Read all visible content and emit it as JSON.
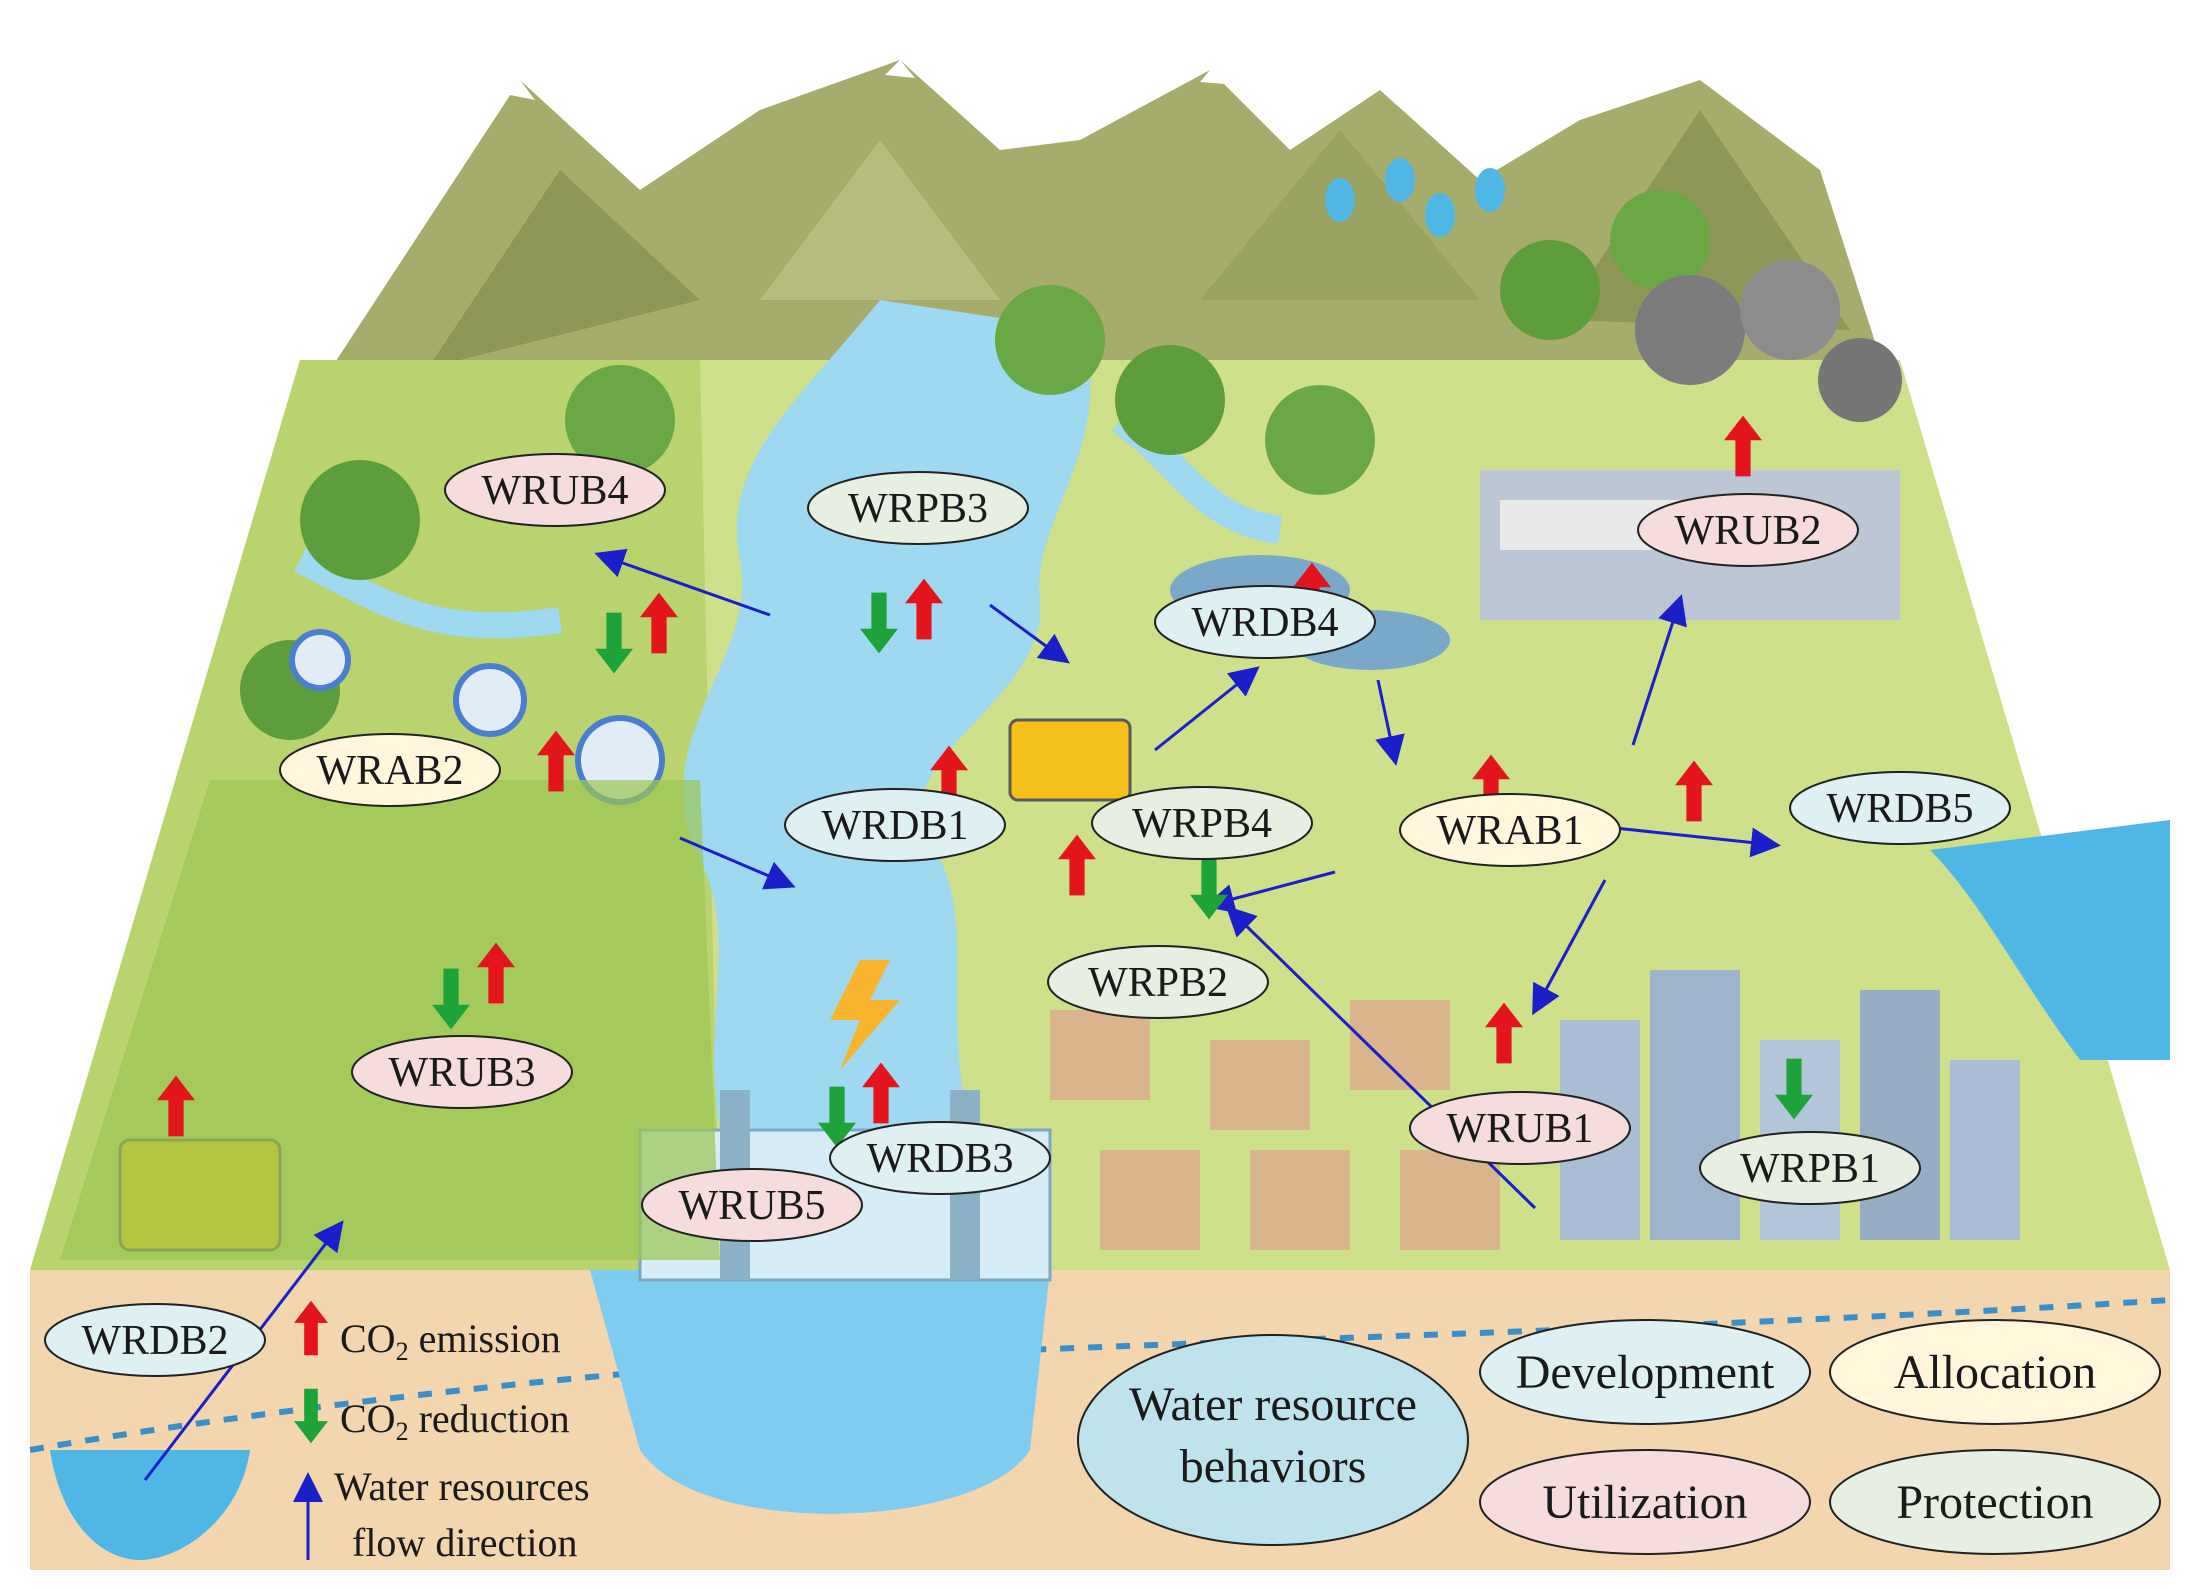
{
  "labels": {
    "wrub4": "WRUB4",
    "wrpb3": "WRPB3",
    "wrub2": "WRUB2",
    "wrdb4": "WRDB4",
    "wrab2": "WRAB2",
    "wrdb1": "WRDB1",
    "wrpb4": "WRPB4",
    "wrab1": "WRAB1",
    "wrdb5": "WRDB5",
    "wrpb2": "WRPB2",
    "wrub3": "WRUB3",
    "wrub1": "WRUB1",
    "wrpb1": "WRPB1",
    "wrdb3": "WRDB3",
    "wrub5": "WRUB5",
    "wrdb2": "WRDB2"
  },
  "legend": {
    "emission_prefix": "CO",
    "emission_sub": "2",
    "emission_suffix": " emission",
    "reduction_prefix": "CO",
    "reduction_sub": "2",
    "reduction_suffix": " reduction",
    "flow_line1": "Water resources",
    "flow_line2": "flow direction"
  },
  "categories": {
    "center_line1": "Water resource",
    "center_line2": "behaviors",
    "development": "Development",
    "allocation": "Allocation",
    "utilization": "Utilization",
    "protection": "Protection"
  },
  "colors": {
    "emission": "#e3141b",
    "reduction": "#1ea23a",
    "flow": "#1a1fc9",
    "development": "#dff0f2",
    "allocation": "#fff6dc",
    "utilization": "#f6dcdc",
    "protection": "#e6efe2",
    "behaviors": "#bfe3ec"
  }
}
